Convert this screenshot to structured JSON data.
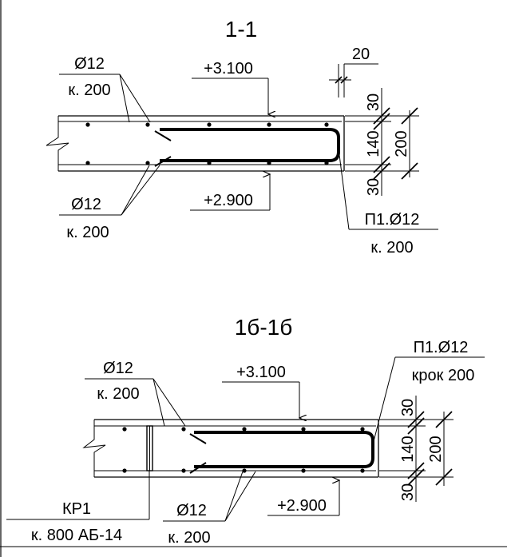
{
  "section_1": {
    "title": "1-1",
    "top_bar_label": "Ø12",
    "top_bar_spacing": "к. 200",
    "bottom_bar_label": "Ø12",
    "bottom_bar_spacing": "к. 200",
    "top_level": "+3.100",
    "bottom_level": "+2.900",
    "u_bar_label": "П1.Ø12",
    "u_bar_spacing": "к. 200",
    "cover_dim": "20",
    "dim_top": "30",
    "dim_mid": "140",
    "dim_bottom": "30",
    "dim_total": "200"
  },
  "section_2": {
    "title": "1б-1б",
    "top_bar_label": "Ø12",
    "top_bar_spacing": "к. 200",
    "top_level": "+3.100",
    "u_bar_label": "П1.Ø12",
    "u_bar_spacing": "крок 200",
    "cage_label": "КР1",
    "cage_spacing": "к. 800 АБ-14",
    "bottom_bar_label": "Ø12",
    "bottom_bar_spacing": "к. 200",
    "bottom_level": "+2.900",
    "dim_top": "30",
    "dim_mid": "140",
    "dim_bottom": "30",
    "dim_total": "200"
  }
}
